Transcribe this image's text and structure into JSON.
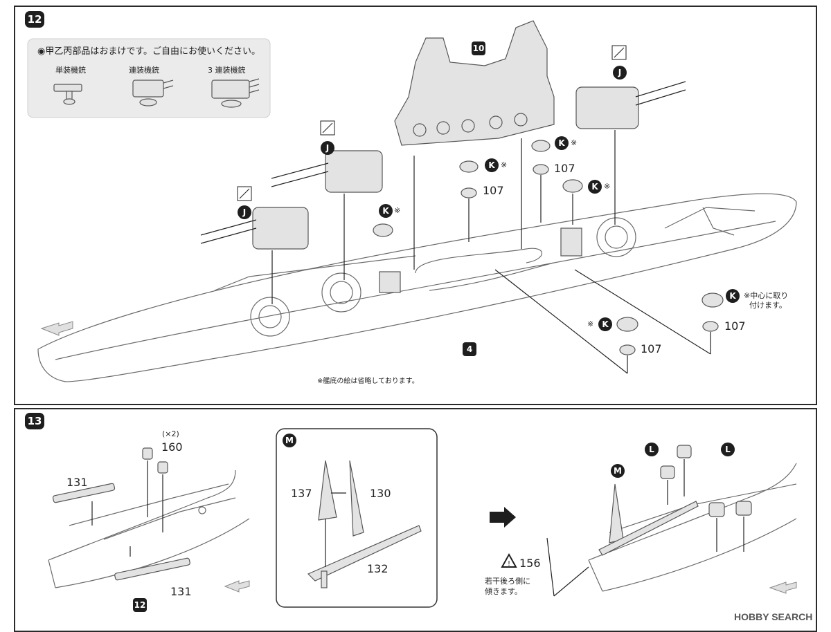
{
  "step12": {
    "number": "12",
    "note": "◉甲乙丙部品はおまけです。ご自由にお使いください。",
    "mg_single": "単装機銃",
    "mg_twin": "連装機銃",
    "mg_triple": "3 連装機銃",
    "ref10": "10",
    "ref4": "4",
    "partJ": "J",
    "partK": "K",
    "asterisk": "※",
    "part107": "107",
    "center_note_l1": "※中心に取り",
    "center_note_l2": "付けます。",
    "hull_note": "※艦底の絵は省略しております。"
  },
  "step13": {
    "number": "13",
    "part131": "131",
    "part160": "160",
    "qty": "(×2)",
    "ref12": "12",
    "partM": "M",
    "part137": "137",
    "part130": "130",
    "part132": "132",
    "partL": "L",
    "part156": "156",
    "tilt_note_l1": "若干後ろ側に",
    "tilt_note_l2": "傾きます。"
  },
  "watermark": "HOBBY SEARCH",
  "colors": {
    "ink": "#1e1e1e",
    "panel": "#ebebeb",
    "line": "#6a6a6a"
  }
}
